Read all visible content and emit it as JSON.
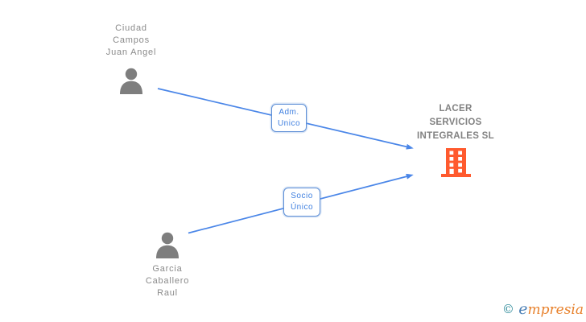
{
  "diagram": {
    "nodes": {
      "person_top": {
        "type": "person",
        "icon": "person-icon",
        "lines": [
          "Ciudad",
          "Campos",
          "Juan Angel"
        ]
      },
      "person_bottom": {
        "type": "person",
        "icon": "person-icon",
        "lines": [
          "Garcia",
          "Caballero",
          "Raul"
        ]
      },
      "company": {
        "type": "company",
        "icon": "building-icon",
        "lines": [
          "LACER",
          "SERVICIOS",
          "INTEGRALES SL"
        ]
      }
    },
    "edges": {
      "adm": {
        "from": "person_top",
        "to": "company",
        "label_lines": [
          "Adm.",
          "Unico"
        ]
      },
      "socio": {
        "from": "person_bottom",
        "to": "company",
        "label_lines": [
          "Socio",
          "Único"
        ]
      }
    }
  },
  "watermark": {
    "copyright": "©",
    "brand_initial": "e",
    "brand_rest": "mpresia"
  },
  "colors": {
    "edge_blue": "#4a86e8",
    "edge_label_border_blue": "#5e8fd6",
    "edge_label_text_blue": "#4080e0",
    "building_orange": "#ff5a2e",
    "person_icon_gray": "#7e7e7e",
    "person_text_gray": "#8a8a8a",
    "company_text_gray": "#828282",
    "logo_teal": "#2e8b9a",
    "logo_blue": "#4a7fb5",
    "logo_orange": "#e8822d"
  }
}
